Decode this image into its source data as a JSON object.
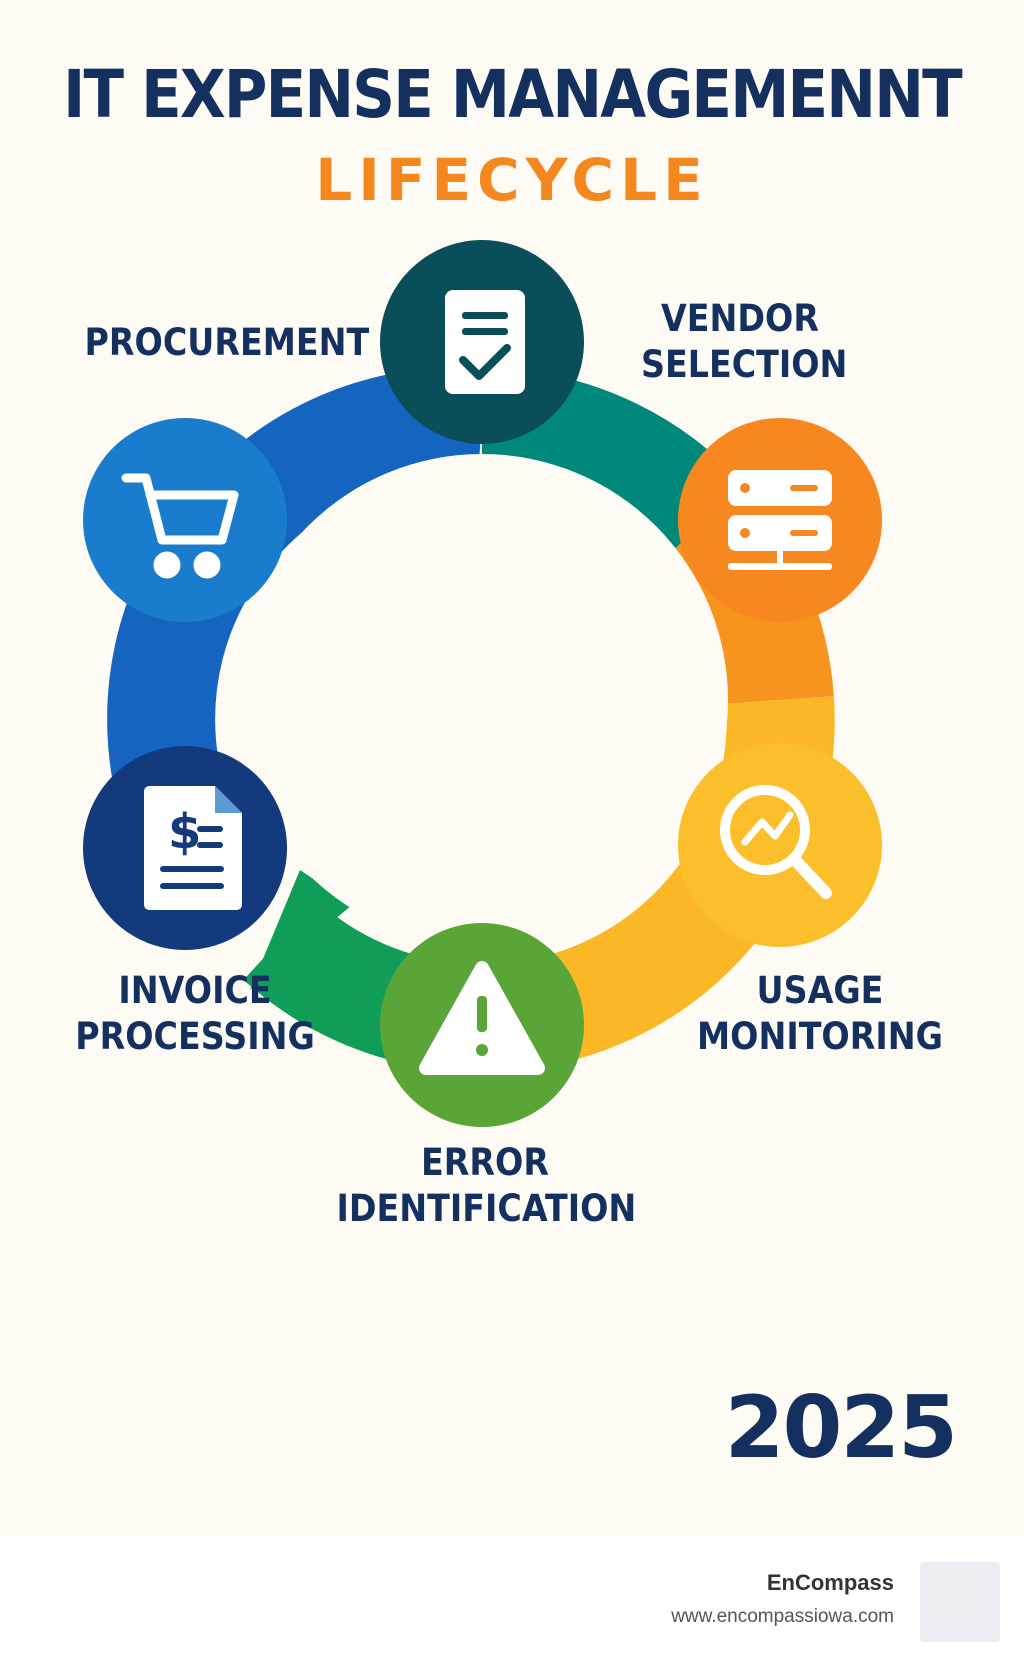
{
  "header": {
    "title": "IT EXPENSE MANAGEMENNT",
    "subtitle": "LIFECYCLE"
  },
  "colors": {
    "navy": "#13305f",
    "orange_text": "#f5871f",
    "ring_blue": "#1565c0",
    "ring_teal": "#00897b",
    "ring_orange": "#f7941d",
    "ring_yellow": "#fbb725",
    "ring_green": "#0f9d58",
    "node_dark_teal": "#0a4e5a",
    "node_blue": "#1a7ccc",
    "node_navy": "#143a7e",
    "node_green": "#5aa537",
    "node_yellow": "#fbbf2c",
    "node_orange": "#f7881f"
  },
  "stages": [
    {
      "label": "PROCUREMENT",
      "icon": "shopping-cart-icon"
    },
    {
      "label": "VENDOR SELECTION",
      "icon": "checklist-document-icon"
    },
    {
      "label": "",
      "icon": "server-icon"
    },
    {
      "label": "USAGE MONITORING",
      "icon": "magnifier-chart-icon"
    },
    {
      "label": "ERROR IDENTIFICATION",
      "icon": "warning-icon"
    },
    {
      "label": "INVOICE PROCESSING",
      "icon": "invoice-dollar-icon"
    }
  ],
  "labels": {
    "procurement": "PROCUREMENT",
    "vendor_line1": "VENDOR",
    "vendor_line2": "SELECTION",
    "usage_line1": "USAGE",
    "usage_line2": "MONITORING",
    "error_line1": "ERROR",
    "error_line2": "IDENTIFICATION",
    "invoice_line1": "INVOICE",
    "invoice_line2": "PROCESSING"
  },
  "year": "2025",
  "footer": {
    "brand": "EnCompass",
    "url": "www.encompassiowa.com"
  }
}
